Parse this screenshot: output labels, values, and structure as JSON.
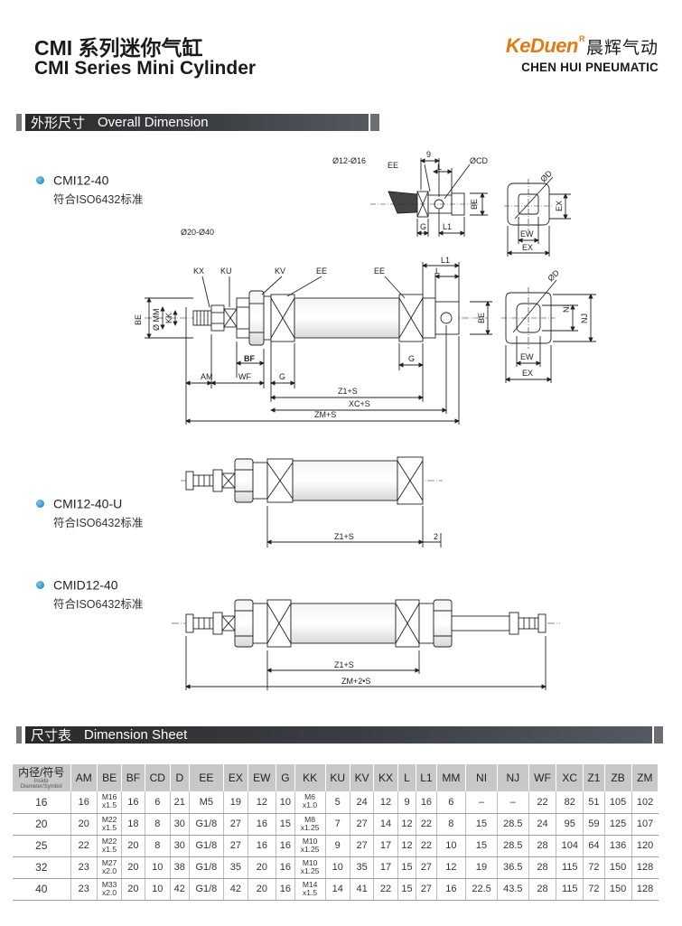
{
  "header": {
    "title_cn": "CMI 系列迷你气缸",
    "title_en": "CMI Series Mini Cylinder"
  },
  "brand": {
    "logo": "KeDuen",
    "registered_mark": "R",
    "name_cn": "晨辉气动",
    "name_en": "CHEN HUI PNEUMATIC",
    "accent_color": "#e07b17"
  },
  "section_overall": {
    "cn": "外形尺寸",
    "en": "Overall Dimension"
  },
  "models": [
    {
      "name": "CMI12-40",
      "std": "符合ISO6432标准"
    },
    {
      "name": "CMI12-40-U",
      "std": "符合ISO6432标准"
    },
    {
      "name": "CMID12-40",
      "std": "符合ISO6432标准"
    }
  ],
  "drawing_labels": {
    "range_small": "Ø12-Ø16",
    "range_large": "Ø20-Ø40",
    "ee": "EE",
    "nine": "9",
    "l": "L",
    "cd": "ØCD",
    "be": "BE",
    "g": "G",
    "l1": "L1",
    "d": "ØD",
    "ex": "EX",
    "ew": "EW",
    "kx": "KX",
    "ku": "KU",
    "kv": "KV",
    "mm": "Ø MM",
    "kk": "KK",
    "bf": "BF",
    "am": "AM",
    "wf": "WF",
    "ni": "NI",
    "nj": "NJ",
    "z1s": "Z1+S",
    "xcs": "XC+S",
    "zms": "ZM+S",
    "two": "2",
    "zm2s": "ZM+2•S"
  },
  "section_sheet": {
    "cn": "尺寸表",
    "en": "Dimension Sheet"
  },
  "table": {
    "first_header_main": "内径/符号",
    "first_header_sub": "Inside Diameter/Symbol",
    "headers": [
      "AM",
      "BE",
      "BF",
      "CD",
      "D",
      "EE",
      "EX",
      "EW",
      "G",
      "KK",
      "KU",
      "KV",
      "KX",
      "L",
      "L1",
      "MM",
      "NI",
      "NJ",
      "WF",
      "XC",
      "Z1",
      "ZB",
      "ZM"
    ],
    "rows": [
      [
        "16",
        "16",
        "M16|x1.5",
        "16",
        "6",
        "21",
        "M5",
        "19",
        "12",
        "10",
        "M6|x1.0",
        "5",
        "24",
        "12",
        "9",
        "16",
        "6",
        "–",
        "–",
        "22",
        "82",
        "51",
        "105",
        "102"
      ],
      [
        "20",
        "20",
        "M22|x1.5",
        "18",
        "8",
        "30",
        "G1/8",
        "27",
        "16",
        "15",
        "M8|x1.25",
        "7",
        "27",
        "14",
        "12",
        "22",
        "8",
        "15",
        "28.5",
        "24",
        "95",
        "59",
        "125",
        "107"
      ],
      [
        "25",
        "22",
        "M22|x1.5",
        "20",
        "8",
        "30",
        "G1/8",
        "27",
        "16",
        "16",
        "M10|x1.25",
        "9",
        "27",
        "17",
        "12",
        "22",
        "10",
        "15",
        "28.5",
        "28",
        "104",
        "64",
        "136",
        "120"
      ],
      [
        "32",
        "23",
        "M27|x2.0",
        "20",
        "10",
        "38",
        "G1/8",
        "35",
        "20",
        "16",
        "M10|x1.25",
        "10",
        "35",
        "17",
        "15",
        "27",
        "12",
        "19",
        "36.5",
        "28",
        "115",
        "72",
        "150",
        "128"
      ],
      [
        "40",
        "23",
        "M33|x2.0",
        "20",
        "10",
        "42",
        "G1/8",
        "42",
        "20",
        "16",
        "M14|x1.5",
        "14",
        "41",
        "22",
        "15",
        "27",
        "16",
        "22.5",
        "43.5",
        "28",
        "115",
        "72",
        "150",
        "128"
      ]
    ]
  }
}
